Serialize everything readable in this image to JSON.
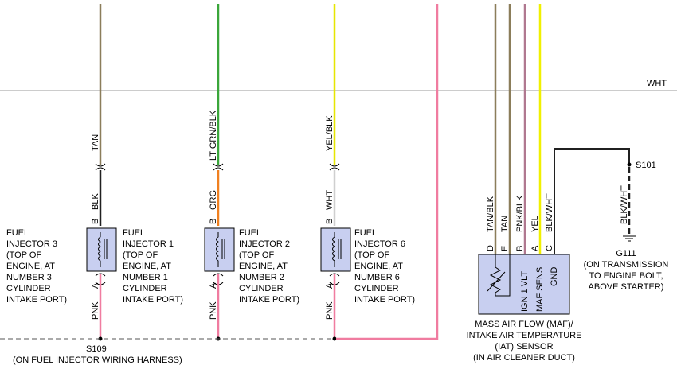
{
  "wires": {
    "wht": "WHT",
    "tan_1": "TAN",
    "blk_1": "BLK",
    "pnk_1": "PNK",
    "lt_grn_blk": "LT GRN/BLK",
    "org": "ORG",
    "pnk_2": "PNK",
    "yel_blk": "YEL/BLK",
    "wht_6": "WHT",
    "pnk_6": "PNK",
    "maf_tan_blk": "TAN/BLK",
    "maf_tan": "TAN",
    "maf_pnk_blk": "PNK/BLK",
    "maf_yel": "YEL",
    "maf_blk_wht": "BLK/WHT",
    "ground_blk_wht": "BLK/WHT"
  },
  "pins": {
    "a": "A",
    "b": "B",
    "c": "C",
    "d": "D",
    "e": "E"
  },
  "injector3": [
    "FUEL",
    "INJECTOR 3",
    "(TOP OF",
    "ENGINE, AT",
    "NUMBER 3",
    "CYLINDER",
    "INTAKE PORT)"
  ],
  "injector1": [
    "FUEL",
    "INJECTOR 1",
    "(TOP OF",
    "ENGINE, AT",
    "NUMBER 1",
    "CYLINDER",
    "INTAKE PORT)"
  ],
  "injector2": [
    "FUEL",
    "INJECTOR 2",
    "(TOP OF",
    "ENGINE, AT",
    "NUMBER 2",
    "CYLINDER",
    "INTAKE PORT)"
  ],
  "injector6": [
    "FUEL",
    "INJECTOR 6",
    "(TOP OF",
    "ENGINE, AT",
    "NUMBER 6",
    "CYLINDER",
    "INTAKE PORT)"
  ],
  "maf_pins": {
    "ign": "IGN 1 VLT",
    "maf_sens": "MAF SENS",
    "gnd": "GND"
  },
  "maf_label": [
    "MASS AIR FLOW (MAF)/",
    "INTAKE AIR TEMPERATURE",
    "(IAT) SENSOR",
    "(IN AIR CLEANER DUCT)"
  ],
  "splice_s109": {
    "id": "S109",
    "desc": "(ON FUEL INJECTOR WIRING HARNESS)"
  },
  "splice_s101": "S101",
  "ground_g111": [
    "G111",
    "(ON TRANSMISSION",
    "TO ENGINE BOLT,",
    "ABOVE STARTER)"
  ],
  "colors": {
    "tan": "#8b7d5a",
    "green": "#3aa63a",
    "yellow": "#f0f000",
    "pink": "#f07ca0",
    "orange": "#f08020",
    "white_wire": "#cfcfcf",
    "black": "#202020",
    "purple_pnk": "#b07890",
    "component": "#c8cff0"
  }
}
